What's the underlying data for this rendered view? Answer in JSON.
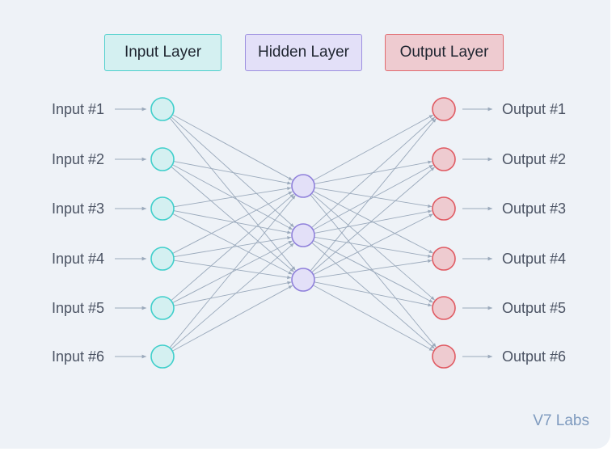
{
  "legend": {
    "input": "Input Layer",
    "hidden": "Hidden Layer",
    "output": "Output Layer"
  },
  "inputs": [
    "Input #1",
    "Input #2",
    "Input #3",
    "Input #4",
    "Input #5",
    "Input #6"
  ],
  "hidden_count": 3,
  "outputs": [
    "Output #1",
    "Output #2",
    "Output #3",
    "Output #4",
    "Output #5",
    "Output #6"
  ],
  "brand": "V7 Labs",
  "colors": {
    "input_fill": "#d4f0f1",
    "input_stroke": "#3fcfcb",
    "hidden_fill": "#e3e0f8",
    "hidden_stroke": "#8f80db",
    "output_fill": "#eecbd0",
    "output_stroke": "#e05a62",
    "edge": "#9aa9bb"
  }
}
